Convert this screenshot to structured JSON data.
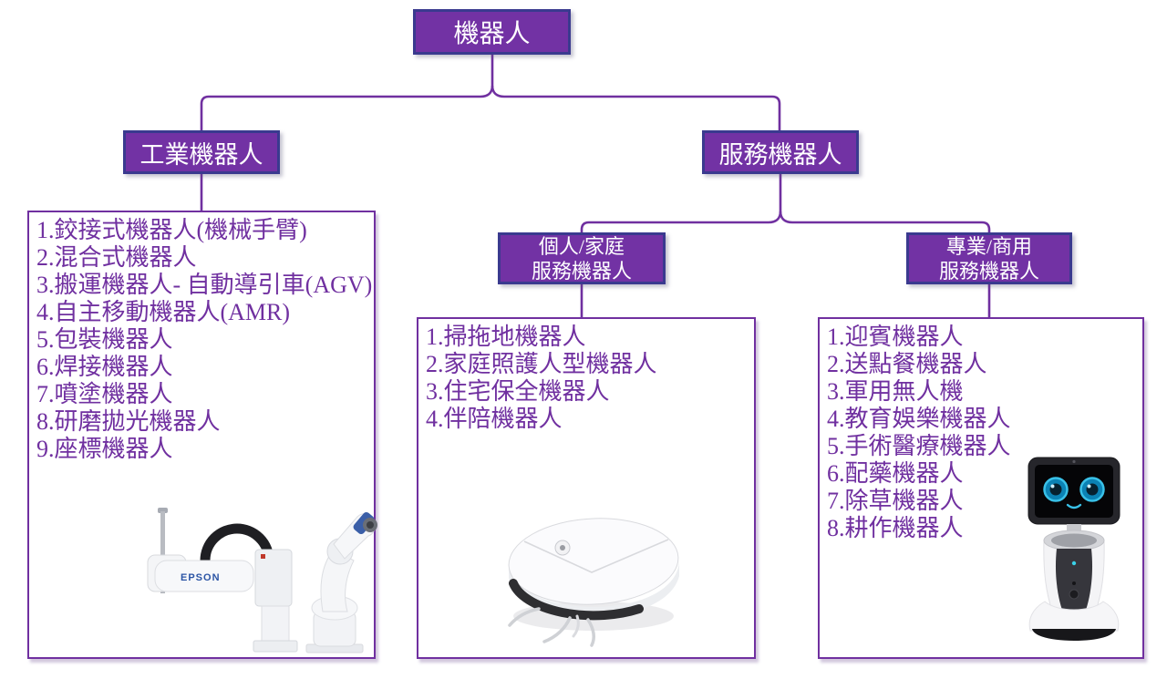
{
  "palette": {
    "node_fill": "#7232A4",
    "node_border": "#3A3A8F",
    "connector_line": "#7030A0",
    "list_text": "#7030A0",
    "list_border": "#7030A0",
    "background": "#FFFFFF"
  },
  "tree": {
    "root": {
      "label": "機器人"
    },
    "industrial": {
      "label": "工業機器人",
      "items": [
        "1.鉸接式機器人(機械手臂)",
        "2.混合式機器人",
        "3.搬運機器人- 自動導引車(AGV)",
        "4.自主移動機器人(AMR)",
        "5.包裝機器人",
        "6.焊接機器人",
        "7.噴塗機器人",
        "8.研磨拋光機器人",
        "9.座標機器人"
      ]
    },
    "service": {
      "label": "服務機器人"
    },
    "personal": {
      "label_line1": "個人/家庭",
      "label_line2": "服務機器人",
      "items": [
        "1.掃拖地機器人",
        "2.家庭照護人型機器人",
        "3.住宅保全機器人",
        "4.伴陪機器人"
      ]
    },
    "professional": {
      "label_line1": "專業/商用",
      "label_line2": "服務機器人",
      "items": [
        "1.迎賓機器人",
        "2.送點餐機器人",
        "3.軍用無人機",
        "4.教育娛樂機器人",
        "5.手術醫療機器人",
        "6.配藥機器人",
        "7.除草機器人",
        "8.耕作機器人"
      ]
    }
  },
  "images": {
    "industrial": "epson-scara-and-six-axis-robot-arms",
    "personal": "white-robot-vacuum-cleaner",
    "professional": "telepresence-service-robot",
    "brand_label": "EPSON"
  }
}
